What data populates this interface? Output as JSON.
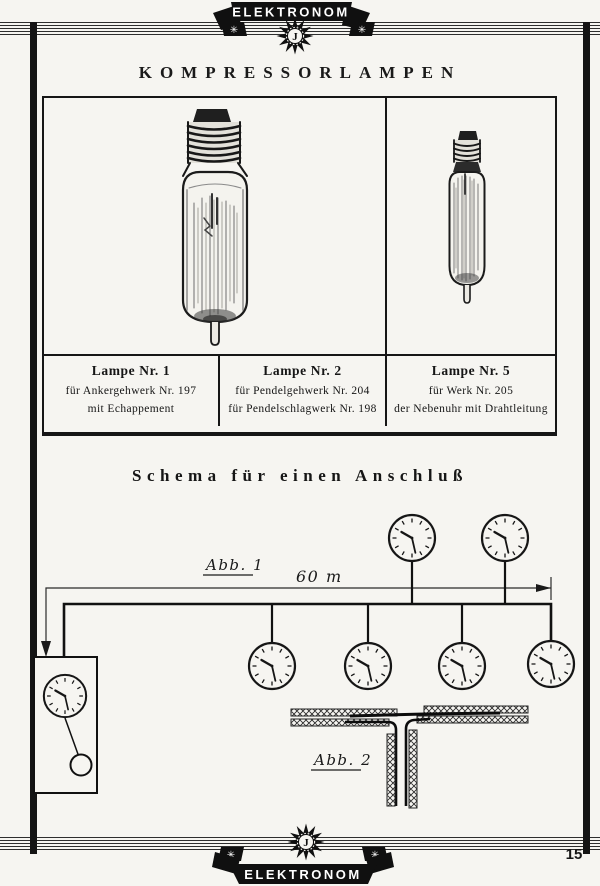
{
  "page": {
    "number": "15"
  },
  "brand": {
    "name": "ELEKTRONOM",
    "emblem_letter": "J"
  },
  "icons": {
    "asterisk": "✳"
  },
  "title": "KOMPRESSORLAMPEN",
  "lamps": {
    "items": [
      {
        "name": "Lampe Nr. 1",
        "line1": "für Ankergehwerk Nr. 197",
        "line2": "mit Echappement"
      },
      {
        "name": "Lampe Nr. 2",
        "line1": "für Pendelgehwerk Nr. 204",
        "line2": "für Pendelschlagwerk Nr. 198"
      },
      {
        "name": "Lampe Nr. 5",
        "line1": "für Werk Nr. 205",
        "line2": "der Nebenuhr mit Drahtleitung"
      }
    ]
  },
  "schema": {
    "heading": "Schema für einen Anschluß",
    "fig1_label": "Abb. 1",
    "length_label": "60 m",
    "fig2_label": "Abb. 2"
  }
}
